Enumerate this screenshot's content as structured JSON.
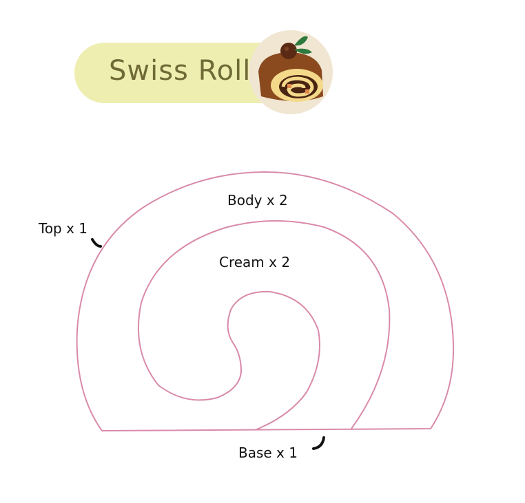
{
  "header": {
    "title": "Swiss Roll",
    "colors": {
      "banner": "#eeeeb0",
      "title_text": "#6f6a36"
    }
  },
  "thumbnail": {
    "icon": "swiss-roll-photo-icon"
  },
  "pattern": {
    "outline_color": "#d98aaa",
    "labels": {
      "body": "Body x 2",
      "cream": "Cream x 2",
      "top": "Top x 1",
      "base": "Base x 1"
    }
  }
}
